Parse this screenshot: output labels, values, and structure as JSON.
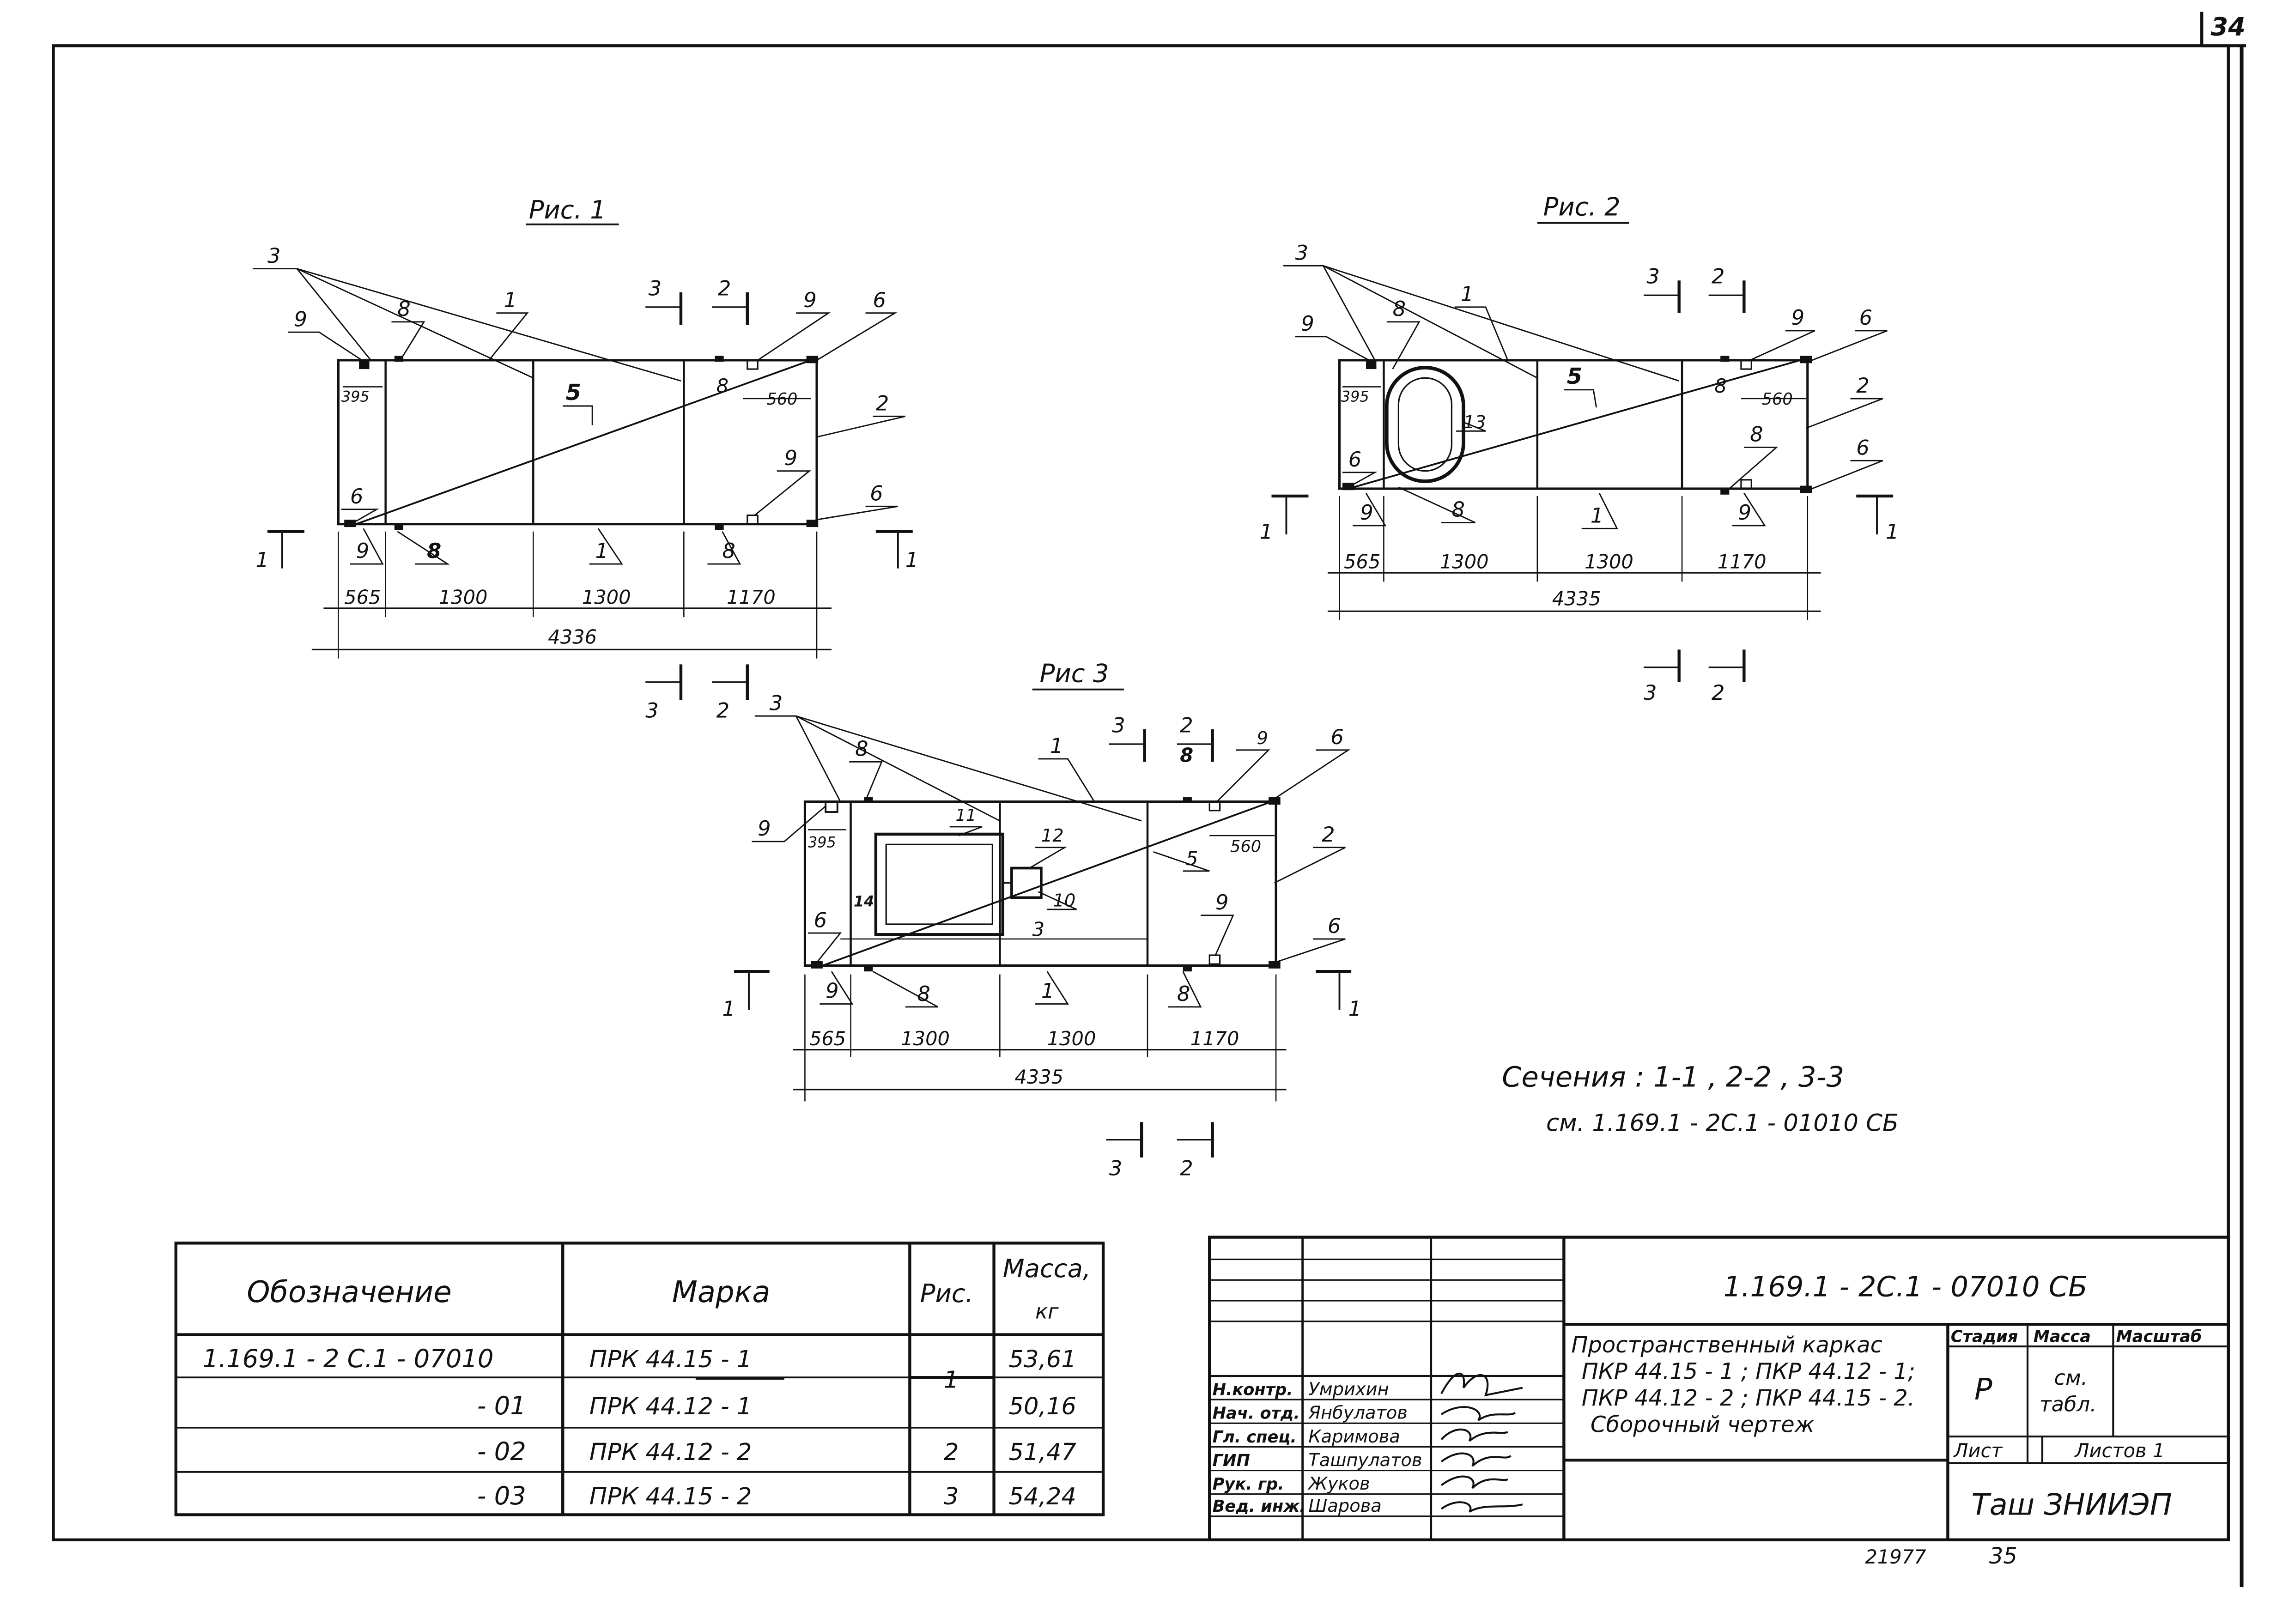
{
  "sheet_number": "34",
  "figures": {
    "fig1_title": "Рис. 1",
    "fig2_title": "Рис. 2",
    "fig3_title": "Рис 3"
  },
  "dimensions": {
    "d565": "565",
    "d1300a": "1300",
    "d1300b": "1300",
    "d1170": "1170",
    "total": "4335",
    "d395": "395",
    "d560": "560"
  },
  "fig1_total": "4336",
  "callouts": {
    "c1": "1",
    "c2": "2",
    "c3": "3",
    "c5": "5",
    "c6": "6",
    "c8": "8",
    "c9": "9",
    "c10": "10",
    "c11": "11",
    "c12": "12",
    "c13": "13",
    "c14": "14"
  },
  "section_marks": {
    "s1": "1",
    "s2": "2",
    "s3": "3"
  },
  "sections_note": {
    "line1": "Сечения : 1-1 , 2-2 , 3-3",
    "line2": "см. 1.169.1 - 2С.1 - 01010 СБ"
  },
  "spec_table": {
    "headers": [
      "Обозначение",
      "Марка",
      "Рис.",
      "Масса,",
      "кг"
    ],
    "rows": [
      {
        "designation": "1.169.1 - 2 С.1 - 07010",
        "mark": "ПРК 44.15 - 1",
        "fig": "1",
        "mass": "53,61"
      },
      {
        "designation": "- 01",
        "mark": "ПРК 44.12 - 1",
        "fig": "",
        "mass": "50,16"
      },
      {
        "designation": "- 02",
        "mark": "ПРК 44.12 - 2",
        "fig": "2",
        "mass": "51,47"
      },
      {
        "designation": "- 03",
        "mark": "ПРК 44.15 - 2",
        "fig": "3",
        "mass": "54,24"
      }
    ]
  },
  "title_block": {
    "doc_code": "1.169.1 - 2С.1 - 07010 СБ",
    "title_lines": [
      "Пространственный каркас",
      "ПКР 44.15 - 1 ;  ПКР 44.12 - 1;",
      "ПКР 44.12 - 2 ;  ПКР 44.15 - 2.",
      "Сборочный  чертеж"
    ],
    "stage_label": "Стадия",
    "mass_label": "Масса",
    "scale_label": "Масштаб",
    "stage_value": "Р",
    "mass_value_1": "см.",
    "mass_value_2": "табл.",
    "sheet_label": "Лист",
    "sheets_label": "Листов 1",
    "org": "Таш ЗНИИЭП",
    "signatures": [
      {
        "role": "Н.контр.",
        "name": "Умрихин"
      },
      {
        "role": "Нач. отд.",
        "name": "Янбулатов"
      },
      {
        "role": "Гл. спец.",
        "name": "Каримова"
      },
      {
        "role": "ГИП",
        "name": "Ташпулатов"
      },
      {
        "role": "Рук. гр.",
        "name": "Жуков"
      },
      {
        "role": "Вед. инж.",
        "name": "Шарова"
      }
    ]
  },
  "bottom_numbers": {
    "left": "21977",
    "right": "35"
  }
}
